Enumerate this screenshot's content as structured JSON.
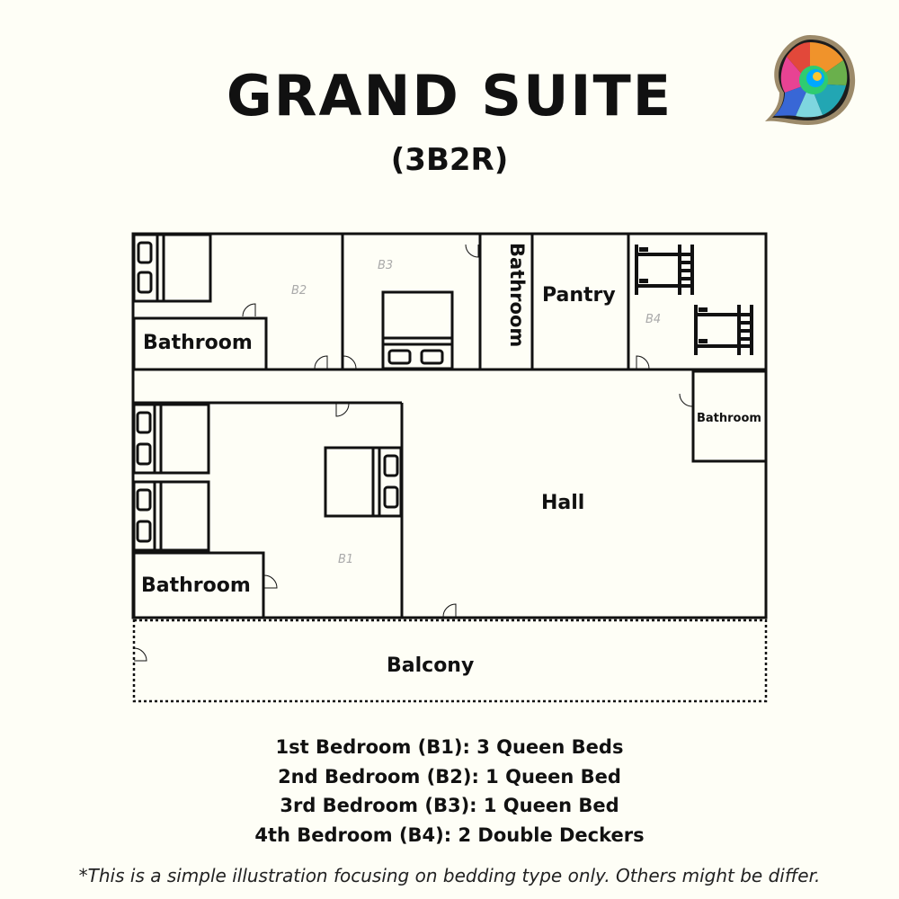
{
  "header": {
    "title": "GRAND SUITE",
    "subtitle": "(3B2R)"
  },
  "logo": {
    "icon": "nautilus-shell-logo-icon"
  },
  "floor_plan": {
    "rooms": {
      "b2": {
        "tag": "B2",
        "bathroom": "Bathroom"
      },
      "b3": {
        "tag": "B3"
      },
      "bathroom_vertical": "Bathroom",
      "pantry": "Pantry",
      "b4": {
        "tag": "B4"
      },
      "hall": "Hall",
      "hall_bathroom": "Bathroom",
      "b1": {
        "tag": "B1",
        "bathroom": "Bathroom"
      },
      "balcony": "Balcony"
    }
  },
  "legend": [
    "1st Bedroom (B1): 3 Queen Beds",
    "2nd Bedroom (B2): 1 Queen Bed",
    "3rd Bedroom (B3): 1 Queen Bed",
    "4th Bedroom (B4): 2 Double Deckers"
  ],
  "footnote": "*This is a simple illustration focusing on bedding type only.  Others might be differ.",
  "colors": {
    "background": "#fefef6",
    "wall": "#111111",
    "room_tag": "#aaaaaa"
  }
}
